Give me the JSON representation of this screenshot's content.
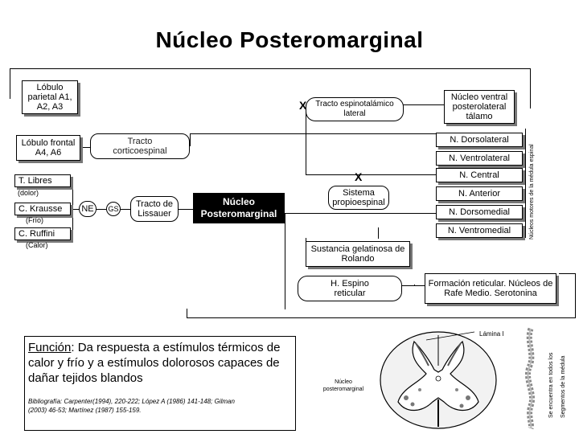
{
  "title": "Núcleo Posteromarginal",
  "left_inputs": {
    "lobulo_parietal": "Lóbulo parietal A1, A2, A3",
    "lobulo_frontal": "Lóbulo frontal A4, A6",
    "t_libres": "T. Libres",
    "dolor": "(dolor)",
    "c_krausse": "C. Krausse",
    "frio": "(Frío)",
    "c_ruffini": "C. Ruffini",
    "calor": "(Calor)"
  },
  "middle": {
    "tracto_corticoespinal": "Tracto corticoespinal",
    "ne": "NE",
    "gs": "GS",
    "tracto_lissauer": "Tracto de Lissauer",
    "nucleo_posteromarginal": "Núcleo Posteromarginal",
    "tracto_espinotalamico": "Tracto espinotalámico lateral",
    "sistema_propioespinal": "Sistema propioespinal",
    "sustancia_gelatinosa": "Sustancia gelatinosa de Rolando",
    "h_espino_reticular": "H. Espino reticular",
    "x_mark_1": "X",
    "x_mark_2": "X"
  },
  "right_column": {
    "nucleo_ventral": "Núcleo ventral posterolateral tálamo",
    "motor_nuclei": [
      "N. Dorsolateral",
      "N. Ventrolateral",
      "N. Central",
      "N. Anterior",
      "N. Dorsomedial",
      "N. Ventromedial"
    ],
    "vertical_label": "Núcleos motores de la médula espinal",
    "formacion_reticular": "Formación reticular. Núcleos de Rafe Medio. Serotonina"
  },
  "bottom": {
    "funcion_label": "Función",
    "funcion_text": ": Da respuesta a estímulos térmicos de calor y frío y a estímulos dolorosos capaces de dañar tejidos blandos",
    "bibliografia_label": "Bibliografía",
    "bibliografia_text": ": Carpenter(1994), 220-222; López A (1986) 141-148; Gilman (2003) 46-53; Martínez (1987) 155-159.",
    "lamina_label": "Lámina I",
    "nucleo_label": "Núcleo posteromarginal",
    "vertical_note_1": "Se encuentra en todos los",
    "vertical_note_2": "Segmentos de la médula"
  }
}
